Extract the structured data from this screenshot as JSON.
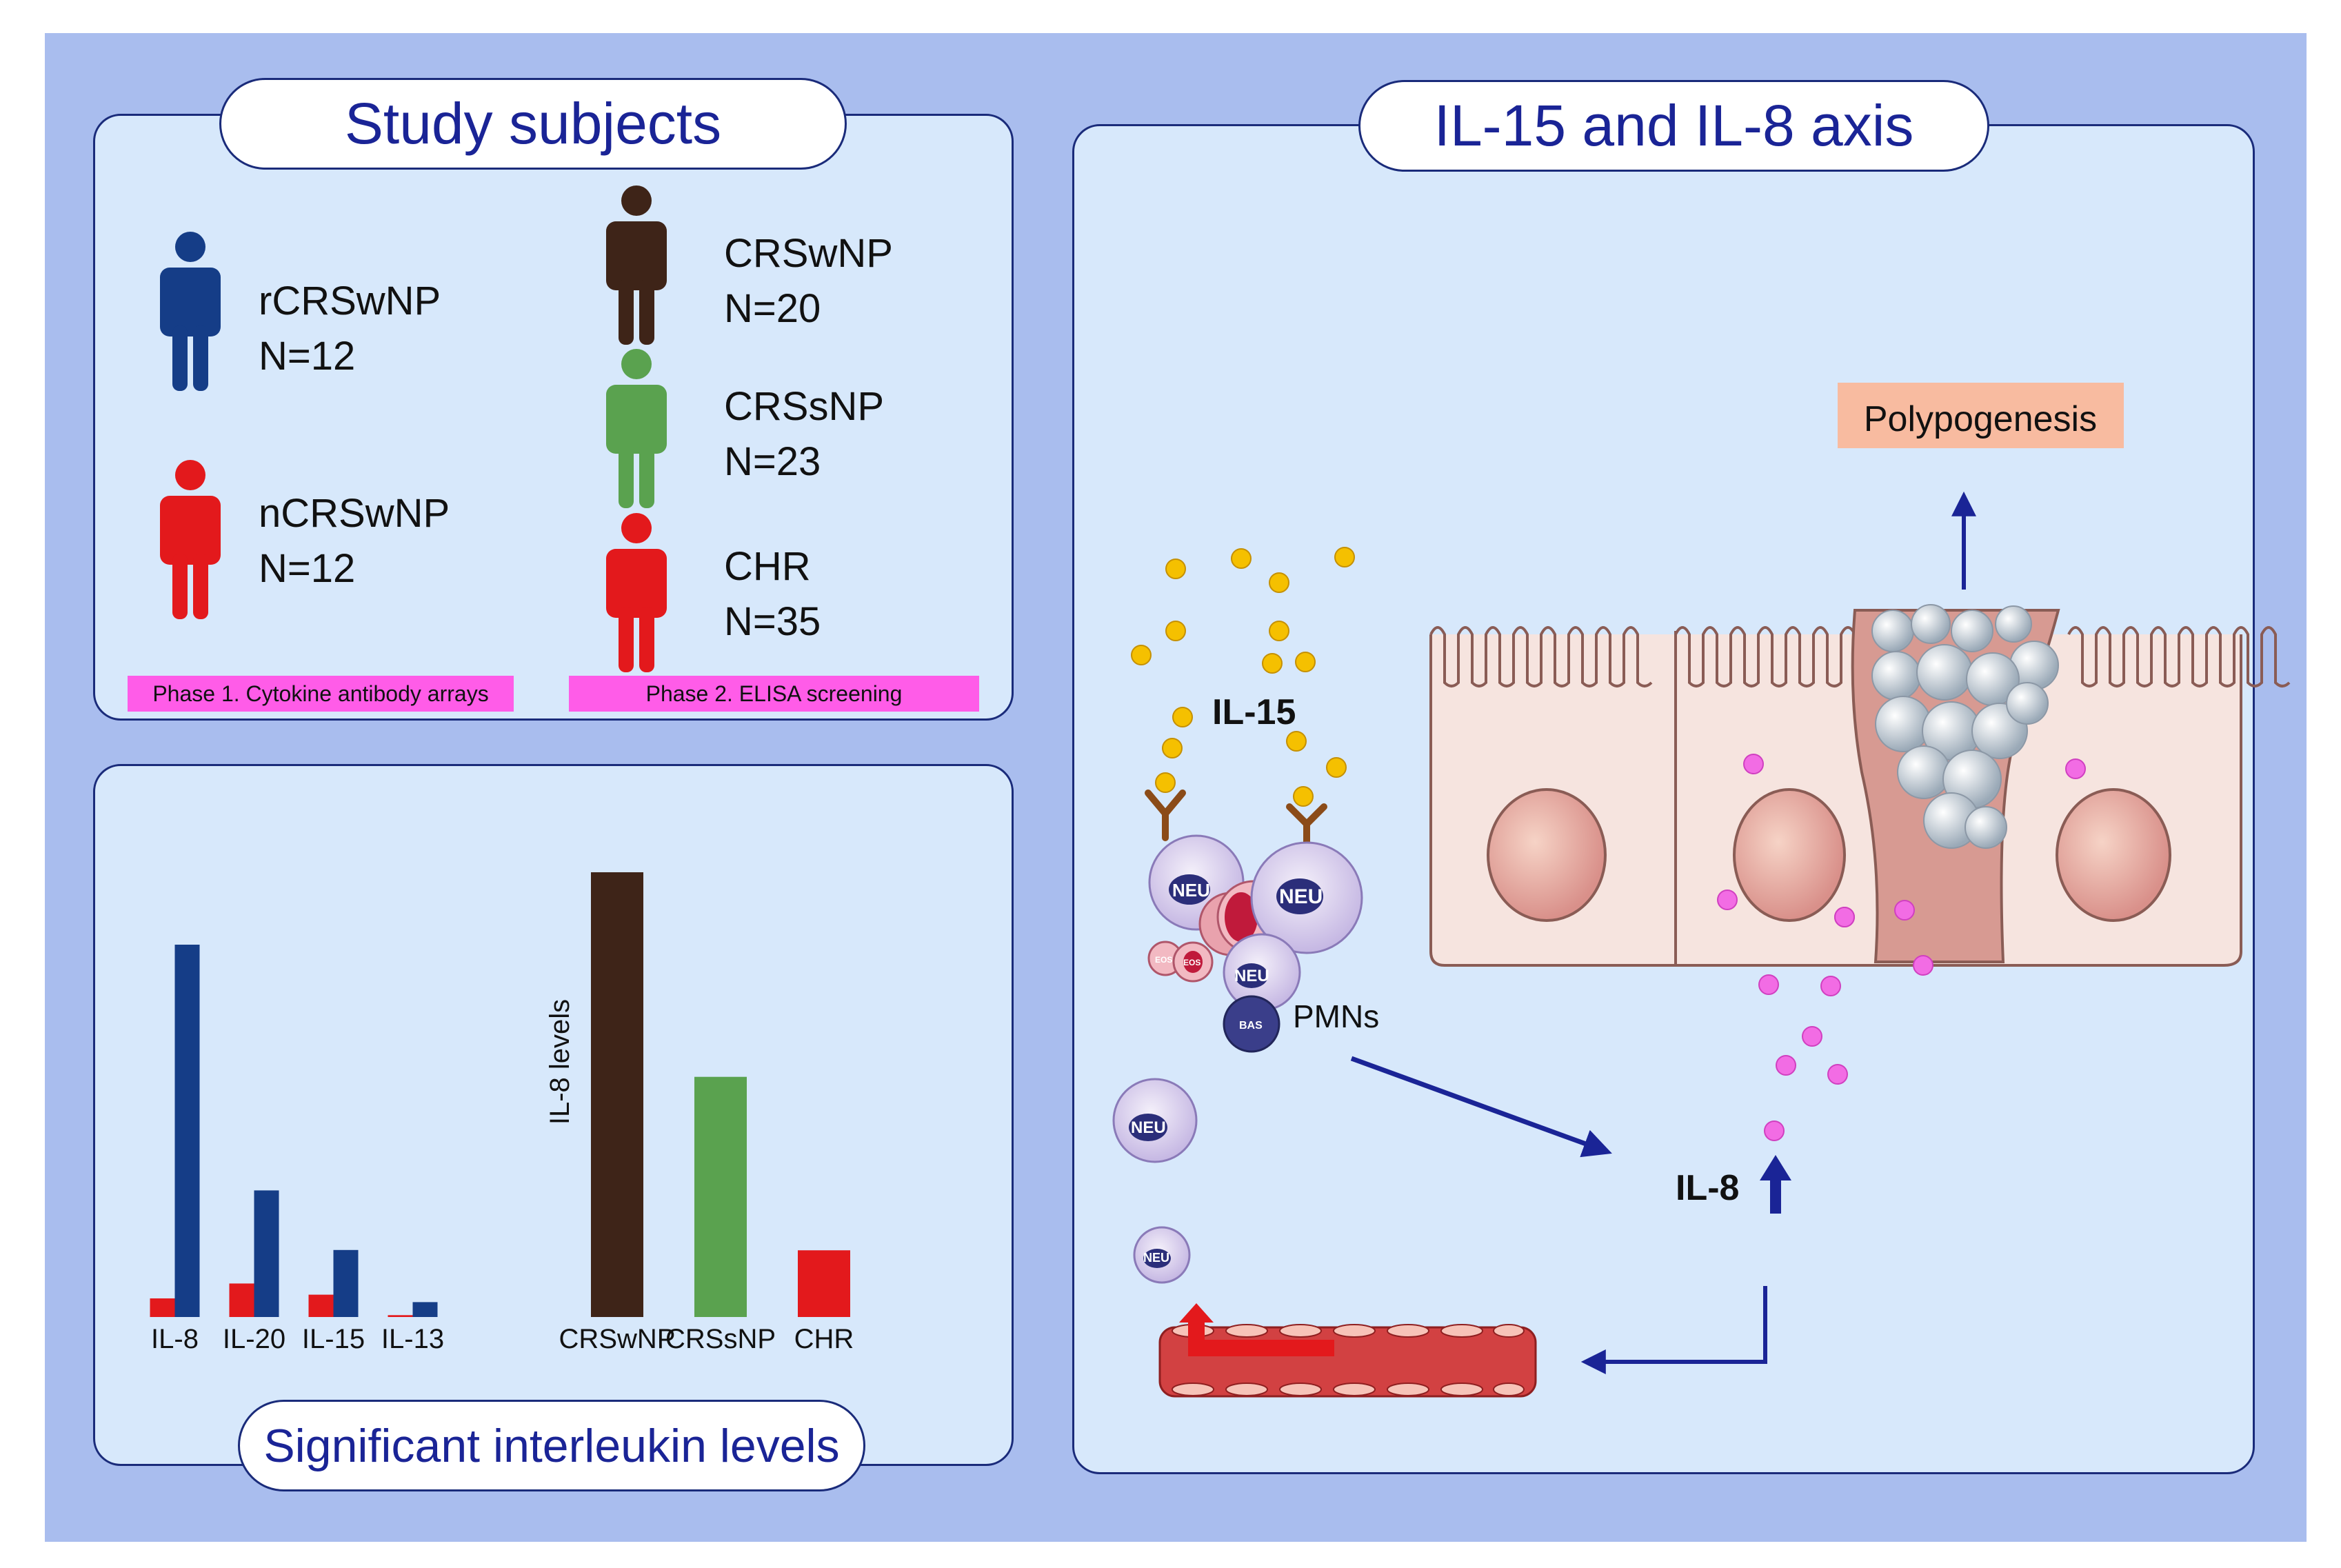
{
  "panels": {
    "study": {
      "title": "Study subjects"
    },
    "levels": {
      "title": "Significant interleukin levels"
    },
    "axis": {
      "title": "IL-15 and IL-8 axis"
    }
  },
  "subjects": [
    {
      "name": "rCRSwNP",
      "n": "N=12",
      "color": "#153d87"
    },
    {
      "name": "nCRSwNP",
      "n": "N=12",
      "color": "#e3191c"
    },
    {
      "name": "CRSwNP",
      "n": "N=20",
      "color": "#3e2418"
    },
    {
      "name": "CRSsNP",
      "n": "N=23",
      "color": "#5aa24f"
    },
    {
      "name": "CHR",
      "n": "N=35",
      "color": "#e3191c"
    }
  ],
  "phases": [
    "Phase 1. Cytokine antibody arrays",
    "Phase 2. ELISA screening"
  ],
  "chart_data": [
    {
      "type": "bar",
      "categories": [
        "IL-8",
        "IL-20",
        "IL-15",
        "IL-13"
      ],
      "series": [
        {
          "color": "#e3191c",
          "values": [
            5,
            9,
            6,
            0.5
          ]
        },
        {
          "color": "#153d87",
          "values": [
            100,
            34,
            18,
            4
          ]
        }
      ],
      "ylim": [
        0,
        100
      ]
    },
    {
      "type": "bar",
      "categories": [
        "CRSwNP",
        "CRSsNP",
        "CHR"
      ],
      "values": [
        100,
        54,
        15
      ],
      "colors": [
        "#3e2418",
        "#5aa24f",
        "#e3191c"
      ],
      "ylabel": "IL-8 levels",
      "ylim": [
        0,
        100
      ]
    }
  ],
  "diagram": {
    "il15": "IL-15",
    "il8": "IL-8",
    "pmns": "PMNs",
    "polypogenesis": "Polypogenesis",
    "neu": "NEU",
    "bas": "BAS",
    "eos": "EOS"
  },
  "colors": {
    "background": "#a9bdee",
    "panel": "#d7e8fb",
    "title_text": "#1a2496",
    "arrow": "#1a2496",
    "phase_label": "#ff5ce8",
    "il15_dot": "#f5c000",
    "il8_dot": "#f26ce4",
    "polypogenesis_box": "#f8bba0"
  }
}
